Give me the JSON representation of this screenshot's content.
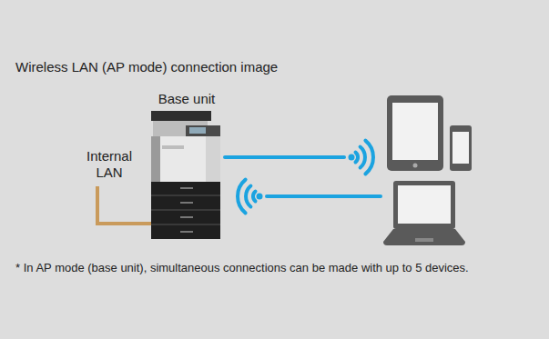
{
  "diagram": {
    "title": "Wireless LAN (AP mode) connection image",
    "caption": "* In AP mode (base unit), simultaneous connections can be made with up to 5 devices.",
    "nodes": [
      {
        "text": [
          "Base unit"
        ]
      }
    ],
    "labels": [
      "Internal LAN"
    ]
  }
}
